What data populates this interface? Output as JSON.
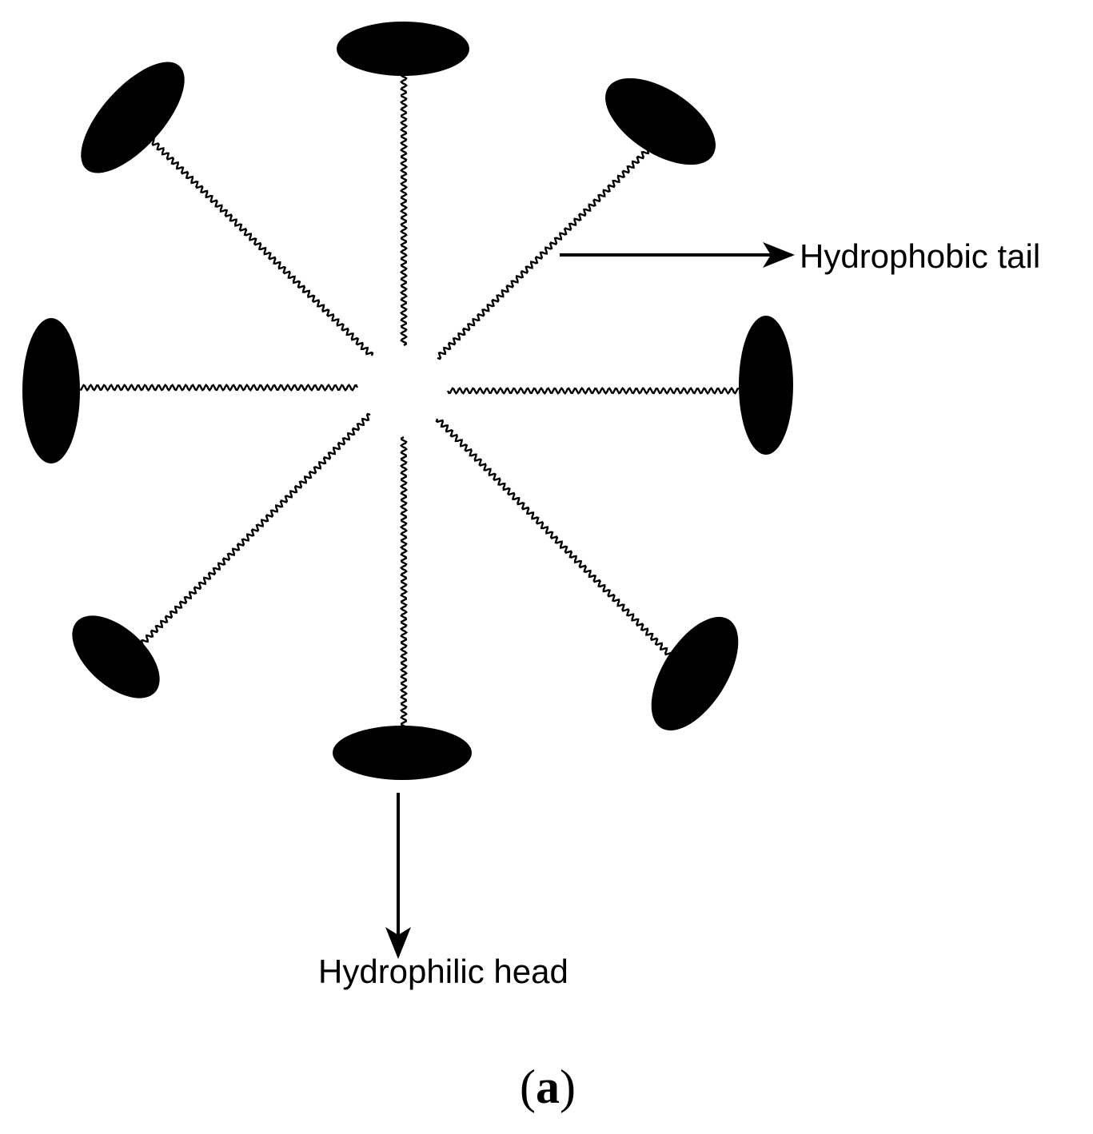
{
  "labels": {
    "tail": "Hydrophobic tail",
    "head": "Hydrophilic head"
  },
  "panel": {
    "open": "(",
    "letter": "a",
    "close": ")"
  },
  "colors": {
    "ink": "#000000",
    "background": "#ffffff"
  }
}
